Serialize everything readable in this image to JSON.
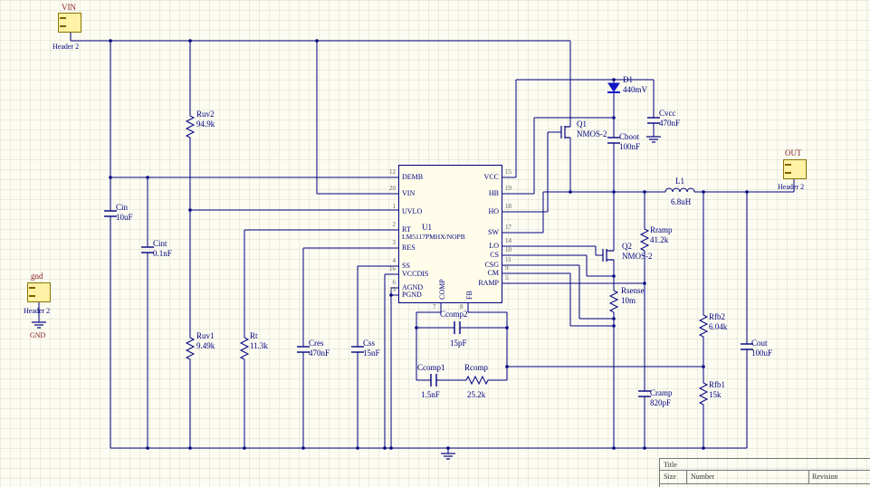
{
  "theme": {
    "sheet_bg": "#fcfcf2",
    "grid_color": "#e7e7d8",
    "wire_color": "#000080",
    "component_text_color": "#000080",
    "port_text_color": "#8b2020",
    "diode_fill": "#1414c8",
    "connector_fill": "#fff2a6",
    "connector_border": "#8b7500",
    "ic_fill": "#fffdea",
    "pin_number_color": "#606060"
  },
  "connectors": {
    "vin": {
      "name": "VIN",
      "type": "Header 2"
    },
    "out": {
      "name": "OUT",
      "type": "Header 2"
    },
    "gnd": {
      "name": "gnd",
      "type": "Header 2",
      "net_label": "GND"
    }
  },
  "ic": {
    "designator": "U1",
    "part_number": "LM5117PMHX/NOPB",
    "left_pins": [
      {
        "num": "12",
        "name": "DEMB"
      },
      {
        "num": "20",
        "name": "VIN"
      },
      {
        "num": "1",
        "name": "UVLO"
      },
      {
        "num": "2",
        "name": "RT"
      },
      {
        "num": "3",
        "name": "RES"
      },
      {
        "num": "4",
        "name": "SS"
      },
      {
        "num": "16",
        "name": "VCCDIS"
      },
      {
        "num": "6",
        "name": "AGND"
      },
      {
        "num": "13",
        "name": "PGND"
      }
    ],
    "right_pins": [
      {
        "num": "15",
        "name": "VCC"
      },
      {
        "num": "19",
        "name": "HB"
      },
      {
        "num": "18",
        "name": "HO"
      },
      {
        "num": "17",
        "name": "SW"
      },
      {
        "num": "14",
        "name": "LO"
      },
      {
        "num": "10",
        "name": "CS"
      },
      {
        "num": "11",
        "name": "CSG"
      },
      {
        "num": "9",
        "name": "CM"
      },
      {
        "num": "5",
        "name": "RAMP"
      }
    ],
    "bottom_pins": [
      {
        "num": "7",
        "name": "COMP"
      },
      {
        "num": "8",
        "name": "FB"
      }
    ]
  },
  "components": {
    "ruv2": {
      "ref": "Ruv2",
      "value": "94.9k"
    },
    "ruv1": {
      "ref": "Ruv1",
      "value": "9.49k"
    },
    "cin": {
      "ref": "Cin",
      "value": "10uF"
    },
    "cint": {
      "ref": "Cint",
      "value": "0.1nF"
    },
    "rt": {
      "ref": "Rt",
      "value": "11.3k"
    },
    "cres": {
      "ref": "Cres",
      "value": "470nF"
    },
    "css": {
      "ref": "Css",
      "value": "15nF"
    },
    "ccomp2": {
      "ref": "Ccomp2",
      "value": "15pF"
    },
    "ccomp1": {
      "ref": "Ccomp1",
      "value": "1.5nF"
    },
    "rcomp": {
      "ref": "Rcomp",
      "value": "25.2k"
    },
    "d1": {
      "ref": "D1",
      "value": "440mV"
    },
    "q1": {
      "ref": "Q1",
      "value": "NMOS-2"
    },
    "q2": {
      "ref": "Q2",
      "value": "NMOS-2"
    },
    "cvcc": {
      "ref": "Cvcc",
      "value": "470nF"
    },
    "cboot": {
      "ref": "Cboot",
      "value": "100nF"
    },
    "l1": {
      "ref": "L1",
      "value": "6.8uH"
    },
    "rramp": {
      "ref": "Rramp",
      "value": "41.2k"
    },
    "cramp": {
      "ref": "Cramp",
      "value": "820pF"
    },
    "rsense": {
      "ref": "Rsense",
      "value": "10m"
    },
    "rfb2": {
      "ref": "Rfb2",
      "value": "6.04k"
    },
    "rfb1": {
      "ref": "Rfb1",
      "value": "15k"
    },
    "cout": {
      "ref": "Cout",
      "value": "100uF"
    }
  },
  "title_block": {
    "title_label": "Title",
    "size_label": "Size",
    "number_label": "Number",
    "revision_label": "Revision"
  }
}
